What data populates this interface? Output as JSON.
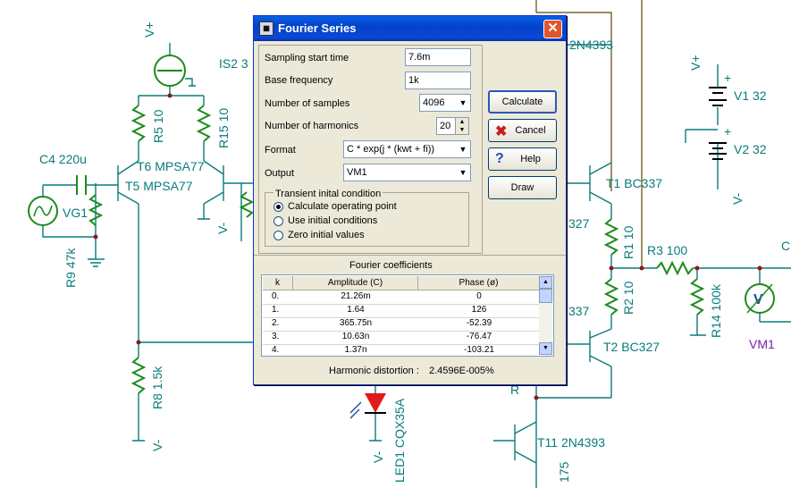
{
  "schematic": {
    "labels": {
      "is2": "IS2 3",
      "t2n4393_top": "2N4393",
      "v1": "V1 32",
      "v2": "V2 32",
      "c4": "C4 220u",
      "r5": "R5 10",
      "r15": "R15 10",
      "t6": "T6 MPSA77",
      "t5": "T5 MPSA77",
      "vg1": "VG1",
      "r9": "R9 47k",
      "r8": "R8 1.5k",
      "t1": "T1 BC337",
      "r1": "R1 10",
      "r2": "R2 10",
      "r3": "R3 100",
      "r14": "R14 100k",
      "t2": "T2 BC327",
      "vm1": "VM1",
      "t11": "T11 2N4393",
      "led1": "LED1 CQX35A",
      "frag_327_top": "327",
      "frag_337": "337",
      "frag_175": "175",
      "frag_c": "C",
      "frag_r": "R",
      "vplus": "V+",
      "vminus": "V-",
      "plus": "+"
    }
  },
  "dialog": {
    "title": "Fourier Series",
    "fields": {
      "sampling_start_label": "Sampling start time",
      "sampling_start_value": "7.6m",
      "base_freq_label": "Base frequency",
      "base_freq_value": "1k",
      "num_samples_label": "Number of samples",
      "num_samples_value": "4096",
      "num_harmonics_label": "Number of harmonics",
      "num_harmonics_value": "20",
      "format_label": "Format",
      "format_value": "C * exp(j * (kwt + fi))",
      "output_label": "Output",
      "output_value": "VM1"
    },
    "buttons": {
      "calculate": "Calculate",
      "cancel": "Cancel",
      "help": "Help",
      "draw": "Draw"
    },
    "transient": {
      "title": "Transient inital condition",
      "options": [
        "Calculate operating point",
        "Use initial conditions",
        "Zero initial values"
      ],
      "selected_index": 0
    },
    "coefficients": {
      "title": "Fourier coefficients",
      "columns": [
        "k",
        "Amplitude (C)",
        "Phase (ø)"
      ],
      "rows": [
        [
          "0.",
          "21.26m",
          "0"
        ],
        [
          "1.",
          "1.64",
          "126"
        ],
        [
          "2.",
          "365.75n",
          "-52.39"
        ],
        [
          "3.",
          "10.63n",
          "-76.47"
        ],
        [
          "4.",
          "1.37n",
          "-103.21"
        ]
      ]
    },
    "distortion_label": "Harmonic distortion :",
    "distortion_value": "2.4596E-005%"
  }
}
